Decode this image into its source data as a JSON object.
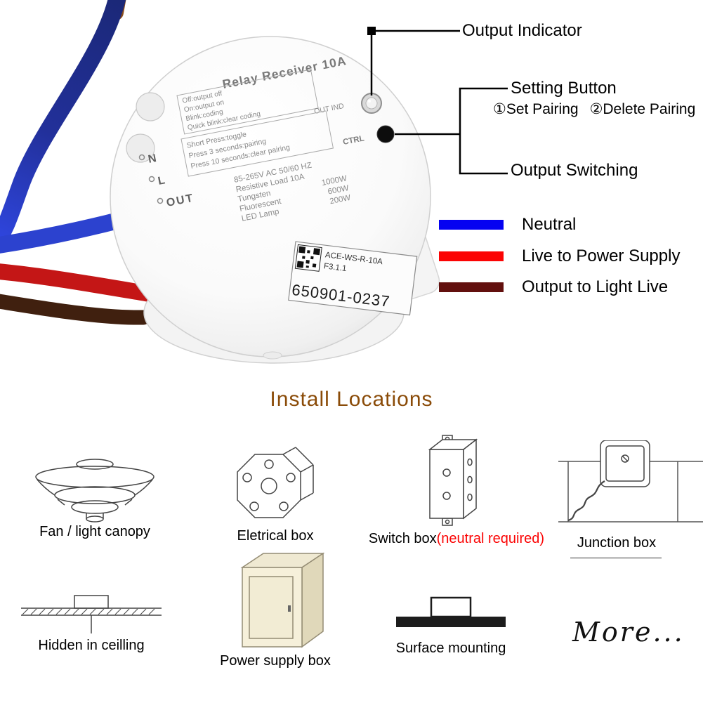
{
  "device": {
    "title": "Relay Receiver 10A",
    "indicator_box": {
      "lines": [
        "Off:output off",
        "On:output on",
        "Blink:coding",
        "Quick blink:clear coding"
      ],
      "label": "OUT IND"
    },
    "button_box": {
      "lines": [
        "Short Press:toggle",
        "Press 3 seconds:pairing",
        "Press 10 seconds:clear pairing"
      ],
      "label": "CTRL"
    },
    "specs": [
      {
        "label": "85-265V AC  50/60 HZ",
        "value": ""
      },
      {
        "label": "Resistive Load 10A",
        "value": ""
      },
      {
        "label": "Tungsten",
        "value": "1000W"
      },
      {
        "label": "Fluorescent",
        "value": "600W"
      },
      {
        "label": "LED Lamp",
        "value": "200W"
      }
    ],
    "terminals": [
      "N",
      "L",
      "OUT"
    ],
    "sticker": {
      "model": "ACE-WS-R-10A",
      "version": "F3.1.1",
      "serial": "650901-0237"
    }
  },
  "callouts": {
    "output_indicator": "Output Indicator",
    "setting_button": "Setting Button",
    "set_pairing": "①Set Pairing",
    "delete_pairing": "②Delete Pairing",
    "output_switching": "Output Switching"
  },
  "wire_legend": [
    {
      "label": "Neutral",
      "color": "#0502f1"
    },
    {
      "label": "Live to Power Supply",
      "color": "#fb0404"
    },
    {
      "label": "Output to Light Live",
      "color": "#62100e"
    }
  ],
  "install": {
    "heading": "Install Locations",
    "heading_color": "#8a4b08",
    "note_color": "#fb0404",
    "items": [
      {
        "caption": "Fan / light canopy"
      },
      {
        "caption": "Eletrical box"
      },
      {
        "caption": "Switch box",
        "note": "(neutral required)"
      },
      {
        "caption": "Junction box"
      },
      {
        "caption": "Hidden in ceilling"
      },
      {
        "caption": "Power supply box"
      },
      {
        "caption": "Surface mounting"
      },
      {
        "caption": "More..."
      }
    ]
  }
}
